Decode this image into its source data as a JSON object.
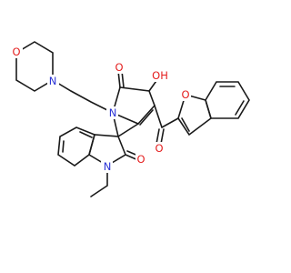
{
  "molecule": {
    "atom_colors": {
      "O": "#e41e1e",
      "N": "#2a33d6",
      "C": "#1a1a1a"
    },
    "atom_labels": [
      {
        "id": "morph_O",
        "element": "O",
        "text": "O"
      },
      {
        "id": "morph_N",
        "element": "N",
        "text": "N"
      },
      {
        "id": "pyrrol_N",
        "element": "N",
        "text": "N"
      },
      {
        "id": "pyrrol_CO_O",
        "element": "O",
        "text": "O"
      },
      {
        "id": "OH",
        "element": "O",
        "text": "OH"
      },
      {
        "id": "furan_O",
        "element": "O",
        "text": "O"
      },
      {
        "id": "ketone_O",
        "element": "O",
        "text": "O"
      },
      {
        "id": "indole_N",
        "element": "N",
        "text": "N"
      },
      {
        "id": "oxindole_O",
        "element": "O",
        "text": "O"
      }
    ]
  }
}
